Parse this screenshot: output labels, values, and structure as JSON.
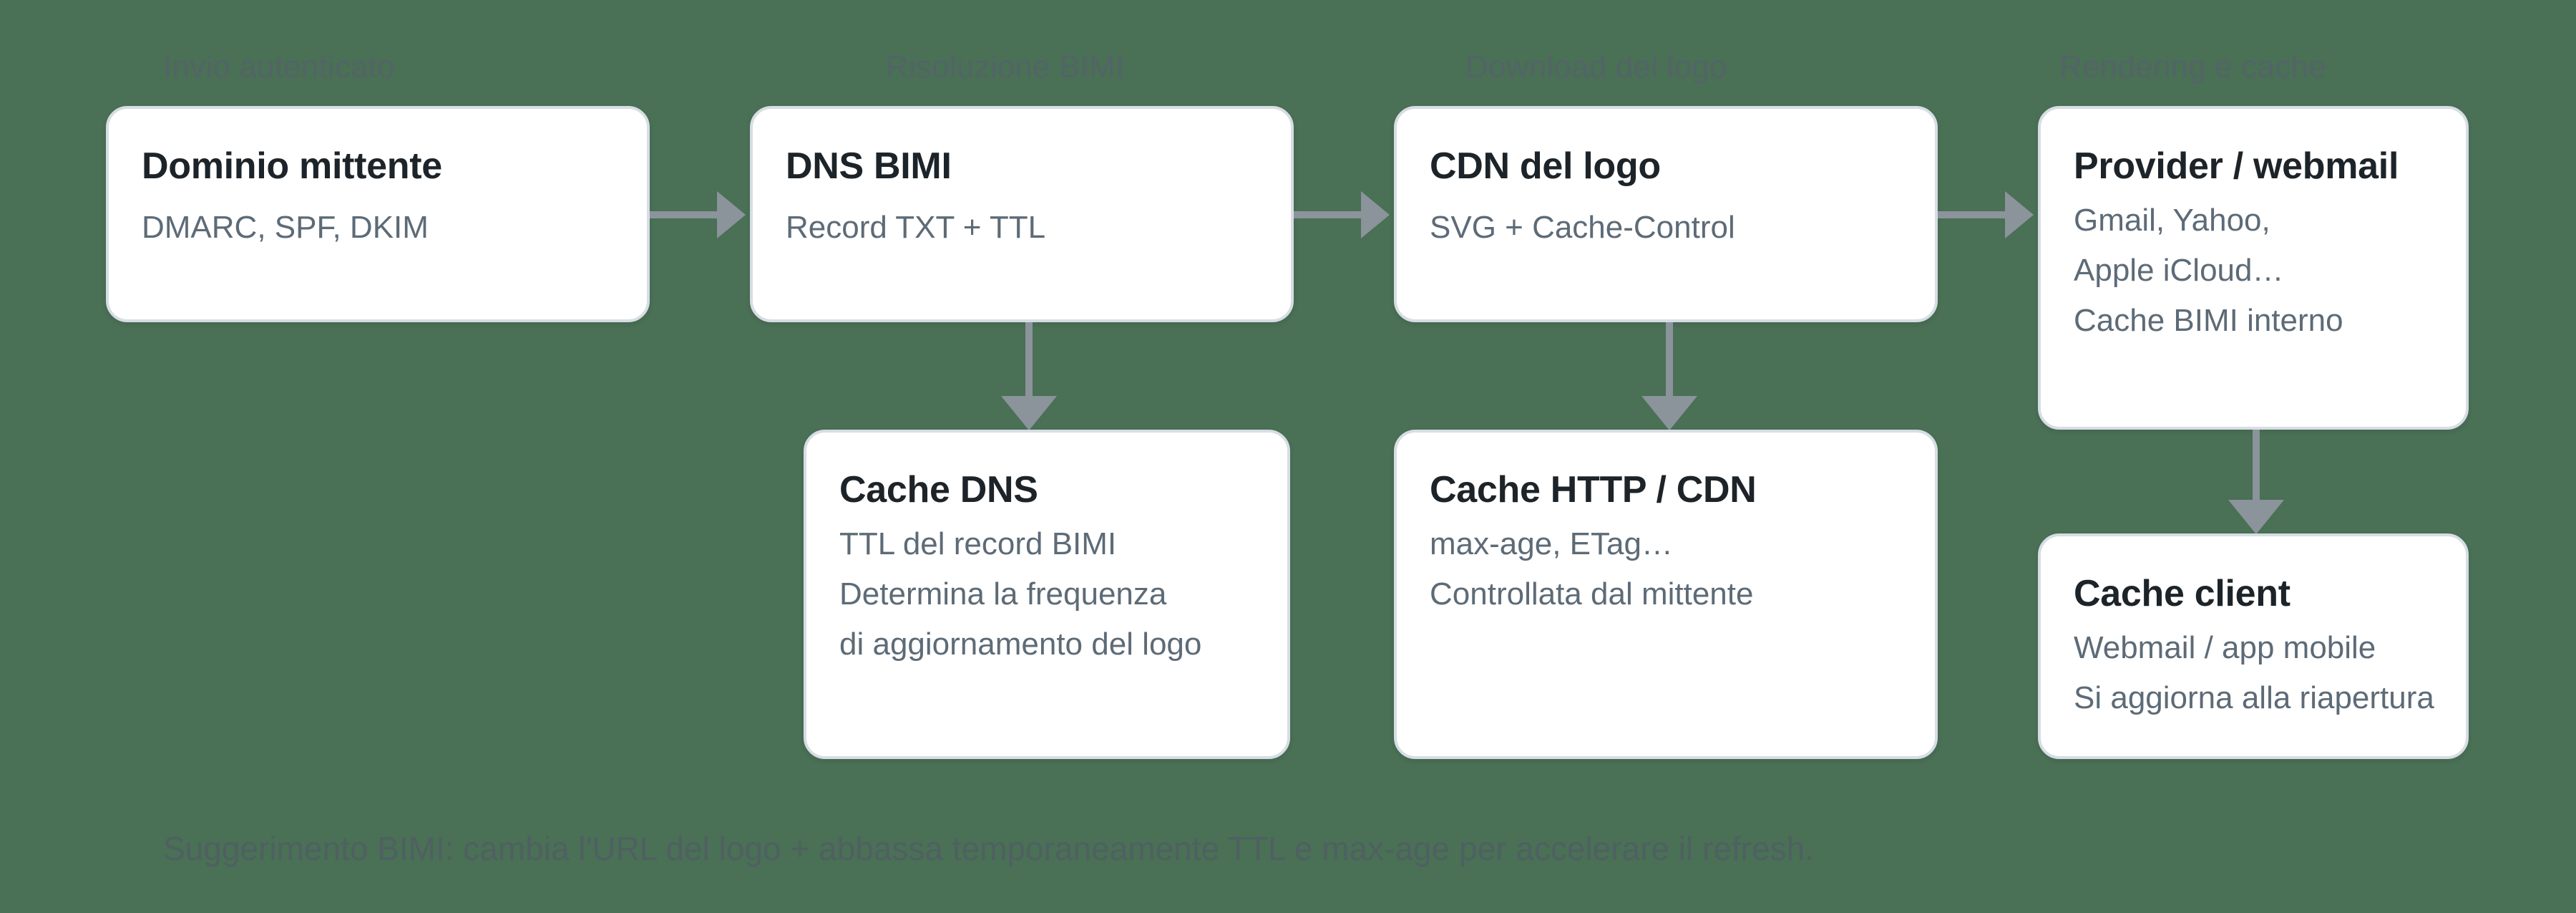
{
  "theme": {
    "background": "#4a7055",
    "node_fill": "#ffffff",
    "node_border": "#d7dde4",
    "connector": "#8b939b",
    "title_text": "#1d2429",
    "body_text": "#5d6b77",
    "muted_text": "#5a5d72"
  },
  "columns": [
    {
      "header": "Invio autenticato"
    },
    {
      "header": "Risoluzione BIMI"
    },
    {
      "header": "Download del logo"
    },
    {
      "header": "Rendering e cache"
    }
  ],
  "nodes": {
    "sender_domain": {
      "title": "Dominio mittente",
      "lines": [
        "DMARC, SPF, DKIM"
      ]
    },
    "dns_bimi": {
      "title": "DNS BIMI",
      "lines": [
        "Record TXT + TTL"
      ]
    },
    "logo_cdn": {
      "title": "CDN del logo",
      "lines": [
        "SVG + Cache-Control"
      ]
    },
    "provider_webmail": {
      "title": "Provider / webmail",
      "lines": [
        "Gmail, Yahoo,",
        "Apple iCloud…",
        "Cache BIMI interno"
      ]
    },
    "dns_cache": {
      "title": "Cache DNS",
      "lines": [
        "TTL del record BIMI",
        "Determina la frequenza",
        "di aggiornamento del logo"
      ]
    },
    "http_cache": {
      "title": "Cache HTTP / CDN",
      "lines": [
        "max-age, ETag…",
        "Controllata dal mittente"
      ]
    },
    "client_cache": {
      "title": "Cache client",
      "lines": [
        "Webmail / app mobile",
        "Si aggiorna alla riapertura"
      ]
    }
  },
  "footer": {
    "note": "Suggerimento BIMI: cambia l'URL del logo + abbassa temporaneamente TTL e max-age per accelerare il refresh."
  }
}
